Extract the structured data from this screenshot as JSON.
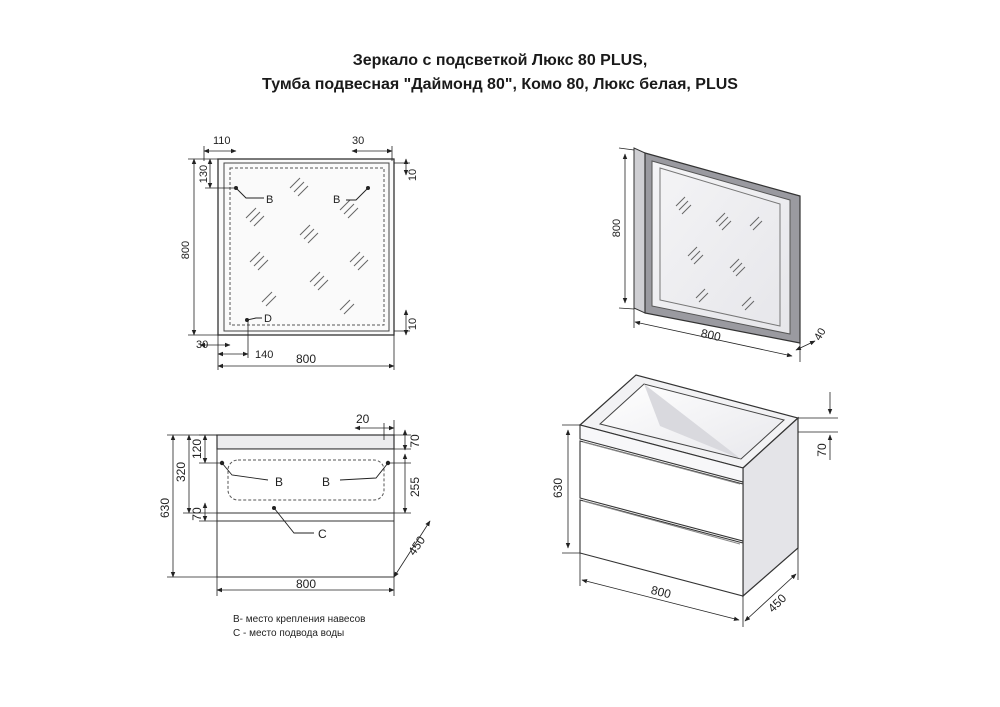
{
  "title": {
    "line1": "Зеркало с подсветкой Люкс 80 PLUS,",
    "line2": "Тумба подвесная \"Даймонд 80\", Комо 80, Люкс белая, PLUS"
  },
  "mirror_front": {
    "dims": {
      "d110": "110",
      "d30_top": "30",
      "d130": "130",
      "d10_top": "10",
      "d800_h": "800",
      "d10_bot": "10",
      "d30_bot": "30",
      "d140": "140",
      "d800_w": "800"
    },
    "labels": {
      "b_left": "B",
      "b_right": "B",
      "d": "D"
    }
  },
  "mirror_iso": {
    "dims": {
      "d800_h": "800",
      "d800_w": "800",
      "d40": "40"
    }
  },
  "cabinet_front": {
    "dims": {
      "d20": "20",
      "d70_top": "70",
      "d120": "120",
      "d320": "320",
      "d630": "630",
      "d255": "255",
      "d70_mid": "70",
      "d800": "800",
      "d450": "450"
    },
    "labels": {
      "b_left": "B",
      "b_right": "B",
      "c": "C"
    }
  },
  "cabinet_iso": {
    "dims": {
      "d630": "630",
      "d70": "70",
      "d800": "800",
      "d450": "450"
    }
  },
  "legend": {
    "b": "B- место крепления навесов",
    "c": "C - место подвода воды"
  }
}
